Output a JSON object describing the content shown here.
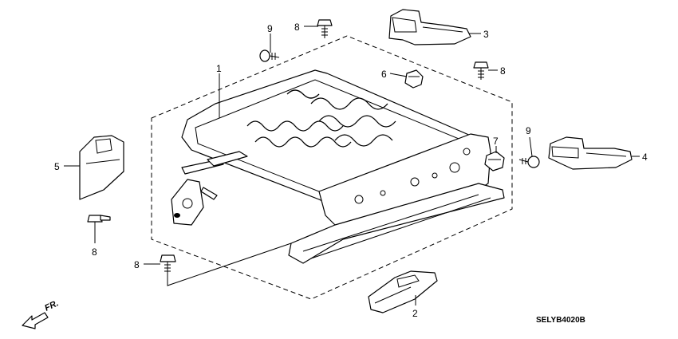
{
  "diagram": {
    "callouts": [
      {
        "id": "1",
        "label": "1"
      },
      {
        "id": "2",
        "label": "2"
      },
      {
        "id": "3",
        "label": "3"
      },
      {
        "id": "4",
        "label": "4"
      },
      {
        "id": "5",
        "label": "5"
      },
      {
        "id": "6",
        "label": "6"
      },
      {
        "id": "7",
        "label": "7"
      },
      {
        "id": "8a",
        "label": "8"
      },
      {
        "id": "8b",
        "label": "8"
      },
      {
        "id": "8c",
        "label": "8"
      },
      {
        "id": "8d",
        "label": "8"
      },
      {
        "id": "9a",
        "label": "9"
      },
      {
        "id": "9b",
        "label": "9"
      }
    ],
    "direction_label": "FR.",
    "diagram_code": "SELYB4020B"
  }
}
